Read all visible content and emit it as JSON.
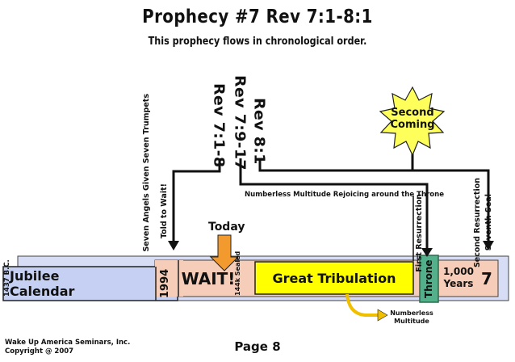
{
  "header": {
    "title": "Prophecy #7   Rev 7:1-8:1",
    "subtitle": "This prophecy flows in chronological order."
  },
  "references": {
    "rev_7_1_8": "Rev 7:1-8",
    "rev_7_9_17": "Rev 7:9-17",
    "rev_8_1": "Rev 8:1"
  },
  "annotations": {
    "seven_angels": "Seven Angels Given Seven Trumpets",
    "told_to_wait": "Told to Wait!",
    "numberless_rejoicing": "Numberless Multitude Rejoicing around the Throne",
    "first_resurrection": "First Resurrection",
    "second_resurrection": "Second Resurrection",
    "seventh_seal": "Seventh Seal",
    "today": "Today",
    "numberless_multitude": "Numberless Multitude"
  },
  "second_coming": {
    "line1": "Second",
    "line2": "Coming"
  },
  "timeline": {
    "start_year": "1437 B.C.",
    "jubilee_calendar": "Jubilee Calendar",
    "year_1994": "1994",
    "wait": "WAIT!",
    "sealed": "144k Sealed",
    "great_tribulation": "Great Tribulation",
    "throne": "Throne",
    "thousand_years_num": "1,000",
    "thousand_years_word": "Years",
    "seventh": "7"
  },
  "footer": {
    "org_line1": "Wake Up America Seminars, Inc.",
    "org_line2": "Copyright @ 2007",
    "page": "Page 8"
  },
  "colors": {
    "outer_band": "#d6ddf5",
    "wait_band": "#f6cdb8",
    "jubilee_box": "#c5d0f2",
    "great_tribulation": "#ffff00",
    "throne": "#52b08a",
    "second_coming_star": "#ffff5c",
    "today_arrow": "#f29a2e",
    "throne_outline": "#2d6b4c"
  }
}
